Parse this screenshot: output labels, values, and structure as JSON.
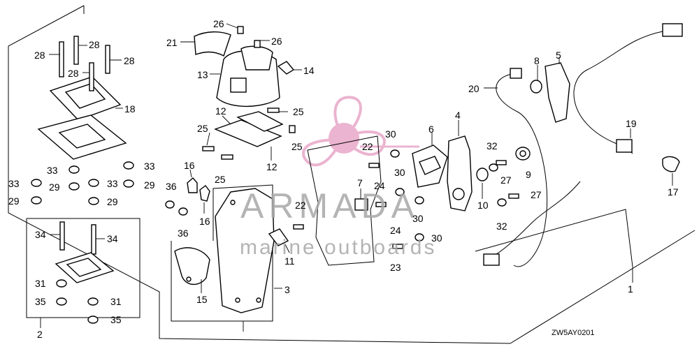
{
  "diagram_code": "ZW5AY0201",
  "watermark": {
    "brand": "ARMADA",
    "tagline": "marine outboards"
  },
  "callouts": [
    {
      "id": "c1",
      "text": "1"
    },
    {
      "id": "c2",
      "text": "2"
    },
    {
      "id": "c3",
      "text": "3"
    },
    {
      "id": "c4",
      "text": "4"
    },
    {
      "id": "c5",
      "text": "5"
    },
    {
      "id": "c6",
      "text": "6"
    },
    {
      "id": "c7",
      "text": "7"
    },
    {
      "id": "c8",
      "text": "8"
    },
    {
      "id": "c9",
      "text": "9"
    },
    {
      "id": "c10",
      "text": "10"
    },
    {
      "id": "c11",
      "text": "11"
    },
    {
      "id": "c12a",
      "text": "12"
    },
    {
      "id": "c12b",
      "text": "12"
    },
    {
      "id": "c13",
      "text": "13"
    },
    {
      "id": "c14",
      "text": "14"
    },
    {
      "id": "c15",
      "text": "15"
    },
    {
      "id": "c16a",
      "text": "16"
    },
    {
      "id": "c16b",
      "text": "16"
    },
    {
      "id": "c17",
      "text": "17"
    },
    {
      "id": "c18",
      "text": "18"
    },
    {
      "id": "c19",
      "text": "19"
    },
    {
      "id": "c20",
      "text": "20"
    },
    {
      "id": "c21",
      "text": "21"
    },
    {
      "id": "c22a",
      "text": "22"
    },
    {
      "id": "c22b",
      "text": "22"
    },
    {
      "id": "c23",
      "text": "23"
    },
    {
      "id": "c24a",
      "text": "24"
    },
    {
      "id": "c24b",
      "text": "24"
    },
    {
      "id": "c25a",
      "text": "25"
    },
    {
      "id": "c25b",
      "text": "25"
    },
    {
      "id": "c25c",
      "text": "25"
    },
    {
      "id": "c25d",
      "text": "25"
    },
    {
      "id": "c26a",
      "text": "26"
    },
    {
      "id": "c26b",
      "text": "26"
    },
    {
      "id": "c27a",
      "text": "27"
    },
    {
      "id": "c27b",
      "text": "27"
    },
    {
      "id": "c28a",
      "text": "28"
    },
    {
      "id": "c28b",
      "text": "28"
    },
    {
      "id": "c28c",
      "text": "28"
    },
    {
      "id": "c28d",
      "text": "28"
    },
    {
      "id": "c29a",
      "text": "29"
    },
    {
      "id": "c29b",
      "text": "29"
    },
    {
      "id": "c29c",
      "text": "29"
    },
    {
      "id": "c29d",
      "text": "29"
    },
    {
      "id": "c30a",
      "text": "30"
    },
    {
      "id": "c30b",
      "text": "30"
    },
    {
      "id": "c30c",
      "text": "30"
    },
    {
      "id": "c30d",
      "text": "30"
    },
    {
      "id": "c31a",
      "text": "31"
    },
    {
      "id": "c31b",
      "text": "31"
    },
    {
      "id": "c32a",
      "text": "32"
    },
    {
      "id": "c32b",
      "text": "32"
    },
    {
      "id": "c33a",
      "text": "33"
    },
    {
      "id": "c33b",
      "text": "33"
    },
    {
      "id": "c33c",
      "text": "33"
    },
    {
      "id": "c33d",
      "text": "33"
    },
    {
      "id": "c34a",
      "text": "34"
    },
    {
      "id": "c34b",
      "text": "34"
    },
    {
      "id": "c35a",
      "text": "35"
    },
    {
      "id": "c35b",
      "text": "35"
    },
    {
      "id": "c36a",
      "text": "36"
    },
    {
      "id": "c36b",
      "text": "36"
    }
  ]
}
